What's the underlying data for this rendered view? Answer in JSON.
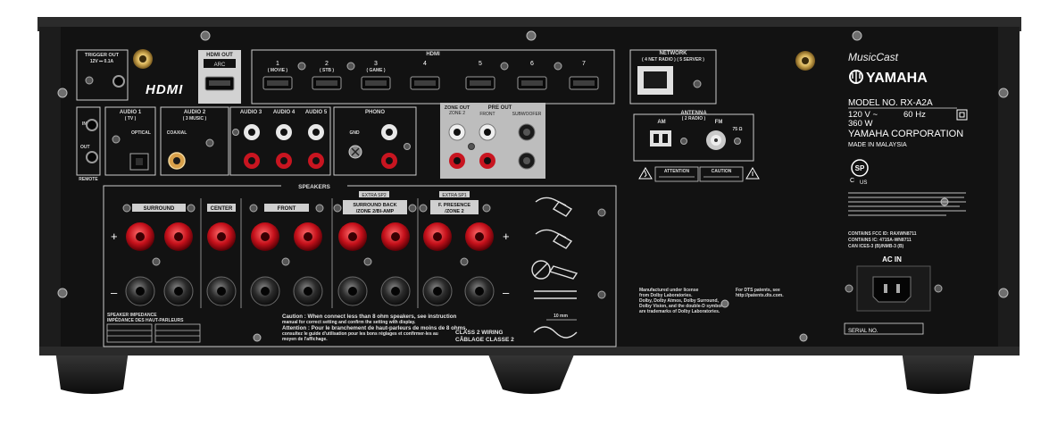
{
  "trigger": {
    "title": "TRIGGER OUT",
    "sub": "12V ⎓ 0.1A"
  },
  "hdmi_logo": "HDMI",
  "hdmi_out": {
    "title": "HDMI OUT",
    "sub": "ARC"
  },
  "hdmi_in": {
    "title": "HDMI",
    "ports": [
      {
        "num": "1",
        "label": "( MOVIE )"
      },
      {
        "num": "2",
        "label": "( STB )"
      },
      {
        "num": "3",
        "label": "( GAME )"
      },
      {
        "num": "4",
        "label": ""
      },
      {
        "num": "5",
        "label": ""
      },
      {
        "num": "6",
        "label": ""
      },
      {
        "num": "7",
        "label": ""
      }
    ]
  },
  "network": {
    "title": "NETWORK",
    "sub": "( 4 NET RADIO )  ( 5 SERVER )"
  },
  "brand": {
    "musiccast": "MusicCast",
    "yamaha": "YAMAHA"
  },
  "rating": {
    "model": "MODEL NO.  RX-A2A",
    "voltage": "120 V ~",
    "freq": "60 Hz",
    "power": "360 W",
    "corp": "YAMAHA CORPORATION",
    "made": "MADE IN MALAYSIA"
  },
  "remote": {
    "in": "IN",
    "out": "OUT",
    "title": "REMOTE"
  },
  "audio": {
    "a1_title": "AUDIO 1",
    "a1_sub": "( TV )",
    "optical": "OPTICAL",
    "a2_title": "AUDIO 2",
    "a2_sub": "( 3 MUSIC )",
    "coaxial": "COAXIAL",
    "a3": "AUDIO 3",
    "a4": "AUDIO 4",
    "a5": "AUDIO 5",
    "phono": "PHONO",
    "gnd": "GND"
  },
  "zone_out": {
    "title": "ZONE OUT",
    "sub": "ZONE 2"
  },
  "preout": {
    "title": "PRE OUT",
    "front": "FRONT",
    "sub": "SUBWOOFER"
  },
  "antenna": {
    "title": "ANTENNA",
    "am": "AM",
    "sub": "( 2 RADIO )",
    "fm": "FM",
    "ohm": "75 Ω"
  },
  "warn": {
    "attention": "ATTENTION",
    "caution": "CAUTION"
  },
  "speakers": {
    "title": "SPEAKERS",
    "surround": "SURROUND",
    "center": "CENTER",
    "front": "FRONT",
    "extra1": "EXTRA SP2",
    "sback": "SURROUND BACK",
    "sback2": "/ZONE 2/BI-AMP",
    "extra2": "EXTRA SP1",
    "presence": "F. PRESENCE",
    "presence2": "/ZONE 2",
    "plus": "+",
    "minus": "–"
  },
  "impedance": {
    "title": "SPEAKER IMPEDANCE",
    "sub": "IMPÉDANCE DES HAUT-PARLEURS"
  },
  "caution_block": {
    "l1": "Caution : When connect less than 8 ohm speakers, see instruction",
    "l2": "manual for correct setting and confirm the setting with display.",
    "l3": "Attention : Pour le branchement de haut-parleurs de moins de 8 ohms,",
    "l4": "consultez le guide d'utilisation pour les bons réglages et confirmer-les au",
    "l5": "moyen de l'affichage."
  },
  "class2": {
    "l1": "CLASS 2 WIRING",
    "l2": "CÂBLAGE CLASSE 2"
  },
  "wire_len": "10 mm",
  "dolby": {
    "l1": "Manufactured under license",
    "l2": "from Dolby Laboratories.",
    "l3": "Dolby, Dolby Atmos, Dolby Surround,",
    "l4": "Dolby Vision, and the double-D symbol",
    "l5": "are trademarks of Dolby Laboratories."
  },
  "dts": {
    "l1": "For DTS patents, see",
    "l2": "http://patents.dts.com."
  },
  "fcc": {
    "l1": "CONTAINS FCC ID: RAXWN8711",
    "l2": "CONTAINS IC: 4715A-WN8711",
    "l3": "CAN ICES-3 (B)/NMB-3 (B)"
  },
  "csa": {
    "c": "C",
    "us": "US"
  },
  "ac_in": "AC IN",
  "serial": "SERIAL NO."
}
